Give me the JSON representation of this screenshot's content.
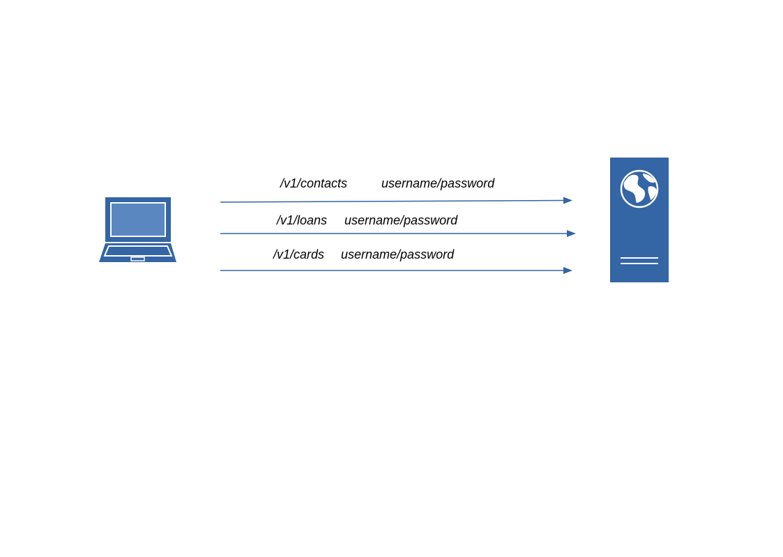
{
  "colors": {
    "device_fill": "#3465a4",
    "screen_fill": "#5a87c0",
    "arrow_stroke": "#3465a4",
    "text": "#000000",
    "background": "#ffffff"
  },
  "nodes": {
    "client": {
      "icon": "laptop-icon"
    },
    "server": {
      "icon": "web-server-icon",
      "emblem": "globe-icon"
    }
  },
  "requests": [
    {
      "endpoint": "/v1/contacts",
      "credentials": "username/password"
    },
    {
      "endpoint": "/v1/loans",
      "credentials": "username/password"
    },
    {
      "endpoint": "/v1/cards",
      "credentials": "username/password"
    }
  ]
}
